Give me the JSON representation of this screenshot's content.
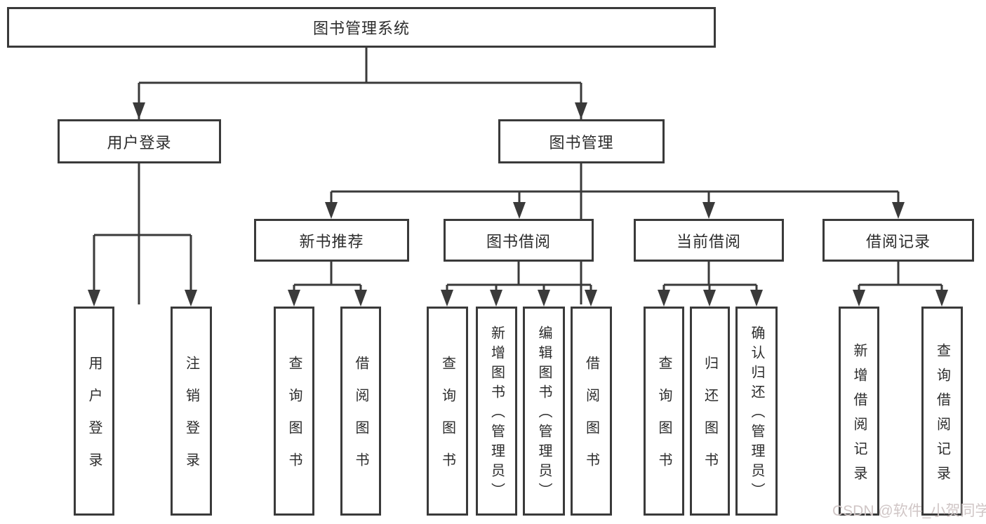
{
  "colors": {
    "line": "#3a3a3a",
    "text": "#2c2c2c",
    "watermark": "#d0c6c6",
    "bg": "#ffffff"
  },
  "watermark": {
    "text": "CSDN @软件_小贺同学"
  },
  "tree": {
    "root": {
      "label": "图书管理系统"
    },
    "level2": [
      {
        "label": "用户登录"
      },
      {
        "label": "图书管理"
      }
    ],
    "level3": [
      {
        "label": "新书推荐"
      },
      {
        "label": "图书借阅"
      },
      {
        "label": "当前借阅"
      },
      {
        "label": "借阅记录"
      }
    ],
    "leaves": [
      {
        "group": "用户登录",
        "label": "用户登录"
      },
      {
        "group": "用户登录",
        "label": "注销登录"
      },
      {
        "group": "新书推荐",
        "label": "查询图书"
      },
      {
        "group": "新书推荐",
        "label": "借阅图书"
      },
      {
        "group": "图书借阅",
        "label": "查询图书"
      },
      {
        "group": "图书借阅",
        "label": "新增图书（管理员）"
      },
      {
        "group": "图书借阅",
        "label": "编辑图书（管理员）"
      },
      {
        "group": "图书借阅",
        "label": "借阅图书"
      },
      {
        "group": "当前借阅",
        "label": "查询图书"
      },
      {
        "group": "当前借阅",
        "label": "归还图书"
      },
      {
        "group": "当前借阅",
        "label": "确认归还（管理员）"
      },
      {
        "group": "借阅记录",
        "label": "新增借阅记录"
      },
      {
        "group": "借阅记录",
        "label": "查询借阅记录"
      }
    ]
  }
}
